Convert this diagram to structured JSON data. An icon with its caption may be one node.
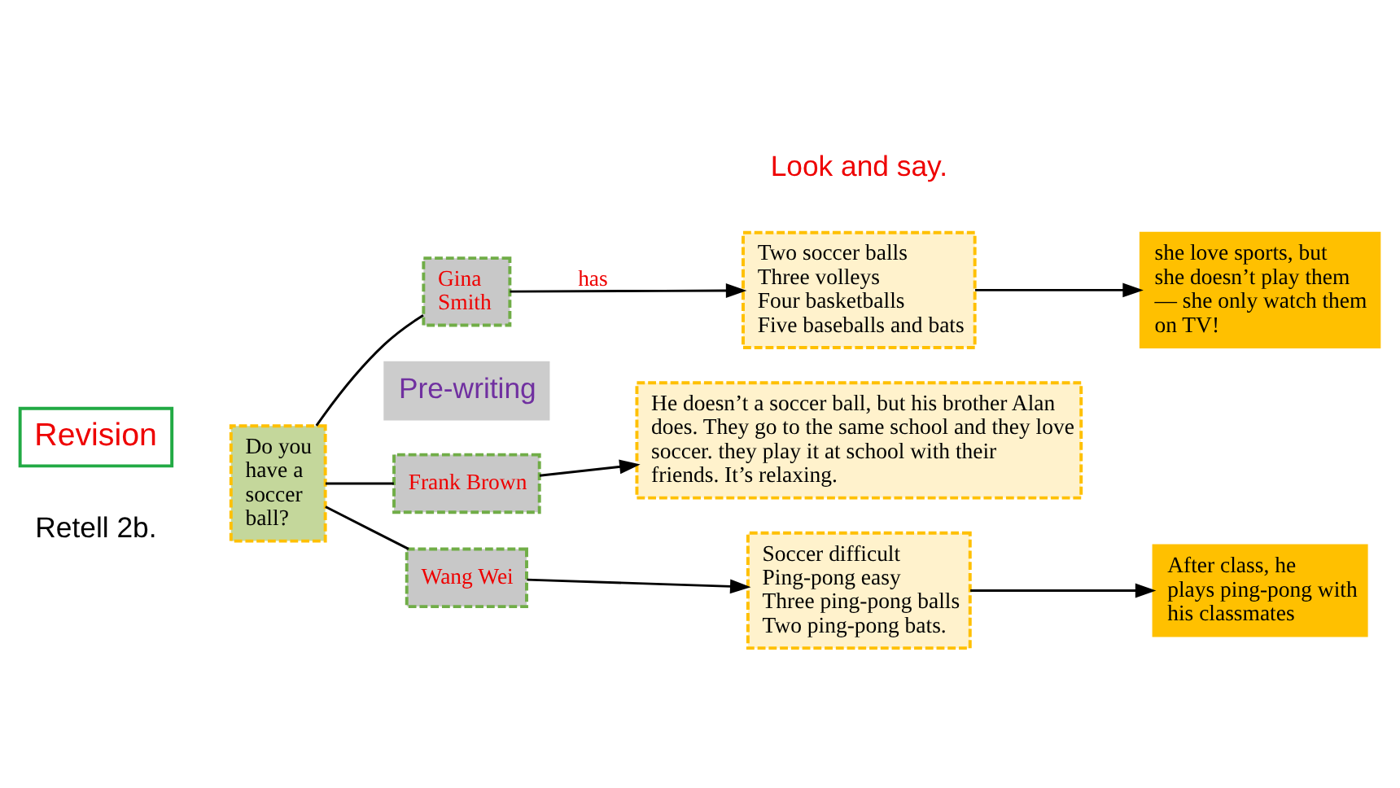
{
  "diagram": {
    "nodes": [
      {
        "text": [
          "Revision"
        ]
      },
      {
        "text": [
          "Pre-writing"
        ]
      },
      {
        "text": [
          "Do you have a soccer ball?"
        ]
      },
      {
        "text": [
          "Frank Brown"
        ]
      },
      {
        "text": [
          "Gina Smith"
        ]
      },
      {
        "text": [
          "Wang Wei"
        ]
      },
      {
        "text": [
          "He doesn’t a soccer ball, but his brother Alan does. They go to the same school and they love soccer. they play it at school with their friends. It’s relaxing."
        ]
      },
      {
        "text": [
          "Two soccer balls",
          "Three volleys",
          "Four basketballs",
          "Five baseballs and bats"
        ]
      },
      {
        "text": [
          "she love sports, but she doesn’t play them — she only watch them on TV!"
        ]
      },
      {
        "text": [
          "Soccer difficult",
          "Ping-pong easy",
          "Three ping-pong balls",
          "Two ping-pong bats."
        ]
      },
      {
        "text": [
          "After class, he plays ping-pong with his classmates"
        ]
      }
    ],
    "edges": [
      {
        "from": 2,
        "to": 3,
        "arrow": "none"
      },
      {
        "from": 2,
        "to": 4,
        "arrow": "none"
      },
      {
        "from": 2,
        "to": 5,
        "arrow": "none"
      },
      {
        "from": 3,
        "to": 6,
        "arrow": "to"
      },
      {
        "from": 4,
        "to": 7,
        "arrow": "to",
        "label": "has"
      },
      {
        "from": 7,
        "to": 8,
        "arrow": "to"
      },
      {
        "from": 5,
        "to": 9,
        "arrow": "to"
      },
      {
        "from": 9,
        "to": 10,
        "arrow": "to"
      }
    ],
    "labels": [
      "Look and say.",
      "Retell 2b."
    ]
  }
}
